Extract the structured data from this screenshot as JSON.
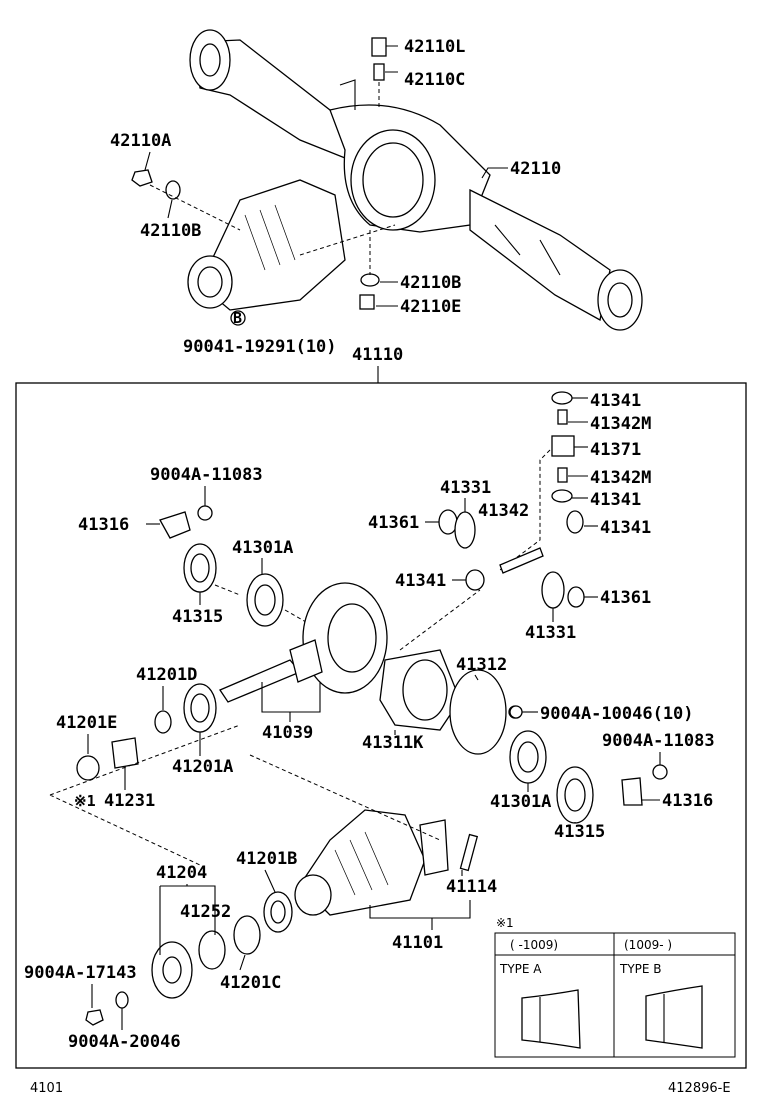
{
  "labels": {
    "p42110L": "42110L",
    "p42110C": "42110C",
    "p42110A": "42110A",
    "p42110": "42110",
    "p42110B_top": "42110B",
    "p42110B_mid": "42110B",
    "p42110E": "42110E",
    "p90041": "90041-19291(10)",
    "p41110": "41110",
    "p41341_a": "41341",
    "p41342M_a": "41342M",
    "p41371": "41371",
    "p41342M_b": "41342M",
    "p41341_b": "41341",
    "p9004A_11083_a": "9004A-11083",
    "p41331_a": "41331",
    "p41361_a": "41361",
    "p41342": "41342",
    "p41316_a": "41316",
    "p41341_c": "41341",
    "p41301A_a": "41301A",
    "p41341_d": "41341",
    "p41361_b": "41361",
    "p41315_a": "41315",
    "p41331_b": "41331",
    "p41201D": "41201D",
    "p41312": "41312",
    "p9004A_10046": "9004A-10046(10)",
    "p41201E": "41201E",
    "p41039": "41039",
    "p41311K": "41311K",
    "p9004A_11083_b": "9004A-11083",
    "p41201A": "41201A",
    "p41231_mark": "※1",
    "p41231": "41231",
    "p41301A_b": "41301A",
    "p41316_b": "41316",
    "p41315_b": "41315",
    "p41201B": "41201B",
    "p41204": "41204",
    "p41114": "41114",
    "p41252": "41252",
    "p41101": "41101",
    "p9004A_17143": "9004A-17143",
    "p41201C": "41201C",
    "p9004A_20046": "9004A-20046",
    "marker_B": "B"
  },
  "table": {
    "mark": "※1",
    "col1_header": "(      -1009)",
    "col2_header": "(1009-      )",
    "col1_type": "TYPE A",
    "col2_type": "TYPE B"
  },
  "footer": {
    "left": "4101",
    "right": "412896-E"
  }
}
